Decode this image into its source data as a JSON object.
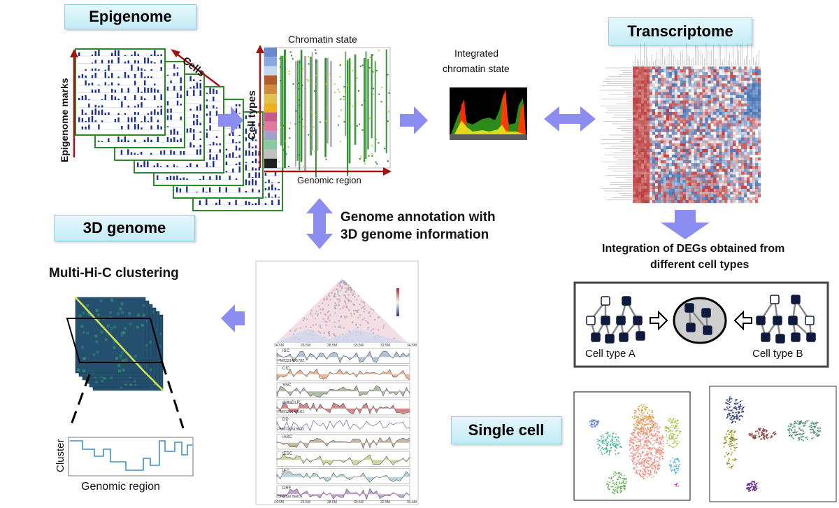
{
  "labels": {
    "epigenome": "Epigenome",
    "transcriptome": "Transcriptome",
    "genome3d": "3D genome",
    "single_cell": "Single cell"
  },
  "epigenome_panel": {
    "cells": "Cells",
    "marks": "Epigenome marks"
  },
  "chromatin_panel": {
    "title": "Chromatin state",
    "y_axis": "Cell types",
    "x_axis": "Genomic region"
  },
  "integrated": {
    "line1": "Integrated",
    "line2": "chromatin state"
  },
  "annotation": {
    "line1": "Genome annotation with",
    "line2": "3D genome information"
  },
  "deg": {
    "line1": "Integration of DEGs obtained from",
    "line2": "different cell types",
    "cell_a": "Cell type A",
    "cell_b": "Cell type B"
  },
  "hic": {
    "title": "Multi-Hi-C clustering",
    "y_axis": "Cluster",
    "x_axis": "Genomic region"
  },
  "tracks": {
    "names": [
      "ISC",
      "CIC",
      "SSC",
      "deltaDLR",
      "DD",
      "IASC",
      "IESC",
      "IFC",
      "DRF"
    ],
    "ids": [
      "PMID31495782",
      "PMID29149161",
      "PMID26513632"
    ],
    "footer": "Original matrix",
    "ticks": [
      "24.5M",
      "26.5M",
      "28.5M",
      "30.5M",
      "32.5M",
      "34.5M"
    ]
  },
  "colors": {
    "arrow": "#8b8df0",
    "label_bg": "#d4f1f9",
    "dark_red": "#a11313",
    "green_frame": "#2a8a2a",
    "node": "#0e1a3d"
  }
}
